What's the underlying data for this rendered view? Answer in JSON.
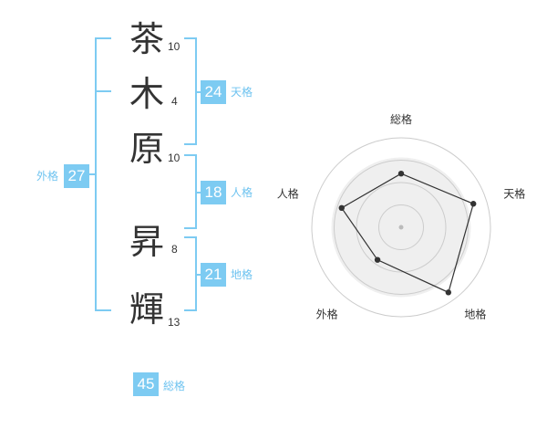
{
  "name": {
    "chars": [
      {
        "char": "茶",
        "strokes": "10"
      },
      {
        "char": "木",
        "strokes": "4"
      },
      {
        "char": "原",
        "strokes": "10"
      },
      {
        "char": "昇",
        "strokes": "8"
      },
      {
        "char": "輝",
        "strokes": "13"
      }
    ]
  },
  "scores": {
    "tenkaku": {
      "value": "24",
      "label": "天格"
    },
    "jinkaku": {
      "value": "18",
      "label": "人格"
    },
    "chikaku": {
      "value": "21",
      "label": "地格"
    },
    "gaikaku": {
      "value": "27",
      "label": "外格"
    },
    "soukaku": {
      "value": "45",
      "label": "総格"
    }
  },
  "colors": {
    "accent": "#7dcbf2",
    "accent_text": "#6ec3f0",
    "text": "#333333",
    "radar_fill": "#efefef",
    "radar_grid": "#cccccc"
  },
  "chart_data": {
    "type": "radar",
    "axes": [
      "総格",
      "天格",
      "地格",
      "外格",
      "人格"
    ],
    "values": [
      0.6,
      0.85,
      0.9,
      0.45,
      0.7
    ],
    "rings": 4
  }
}
